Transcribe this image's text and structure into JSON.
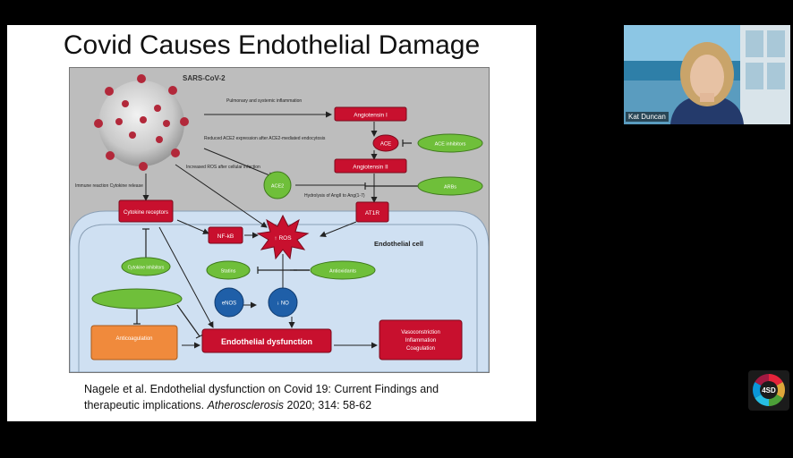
{
  "slide": {
    "title": "Covid Causes Endothelial Damage",
    "citation_line1": "Nagele et al. Endothelial dysfunction on Covid 19: Current Findings and",
    "citation_line2_prefix": "therapeutic implications. ",
    "citation_journal": "Atherosclerosis",
    "citation_line2_suffix": " 2020; 314: 58-62"
  },
  "figure": {
    "virus_label": "SARS-CoV-2",
    "cell_label": "Endothelial cell",
    "nodes": {
      "angiotensin_i": "Angiotensin I",
      "ace": "ACE",
      "ace_inhibitors": "ACE inhibitors",
      "angiotensin_ii": "Angiotensin II",
      "arbs": "ARBs",
      "ace2": "ACE2",
      "at1r": "AT1R",
      "cytokine_receptors": "Cytokine receptors",
      "nf_kb": "NF-kB",
      "ros": "↑ ROS",
      "cytokine_inhibitors": "Cytokine inhibitors",
      "statins": "Statins",
      "antioxidants": "Antioxidants",
      "enos": "eNOS",
      "no": "↓ NO",
      "anticoagulants": "Anticoagulation",
      "endothelial_dysfunction": "Endothelial dysfunction",
      "outcomes": [
        "Vasoconstriction",
        "Inflammation",
        "Coagulation"
      ]
    },
    "annotations": {
      "pulmonary": "Pulmonary and systemic inflammation",
      "reduced_ace2": "Reduced ACE2 expression after ACE2-mediated endocytosis",
      "increased_ros": "Increased ROS after cellular infection",
      "immune_reaction": "Immune reaction Cytokine release",
      "hydrolysis": "Hydrolysis of AngII to Ang(1-7)"
    }
  },
  "video": {
    "speaker_name": "Kat Duncan"
  },
  "logo": {
    "text": "4SD",
    "icon": "logo-badge-icon"
  },
  "colors": {
    "node_red": "#c8102e",
    "node_green": "#6fbf3a",
    "node_blue": "#1f5fa8",
    "node_orange": "#f08a3c",
    "cell_blue": "#cfe0f2"
  }
}
